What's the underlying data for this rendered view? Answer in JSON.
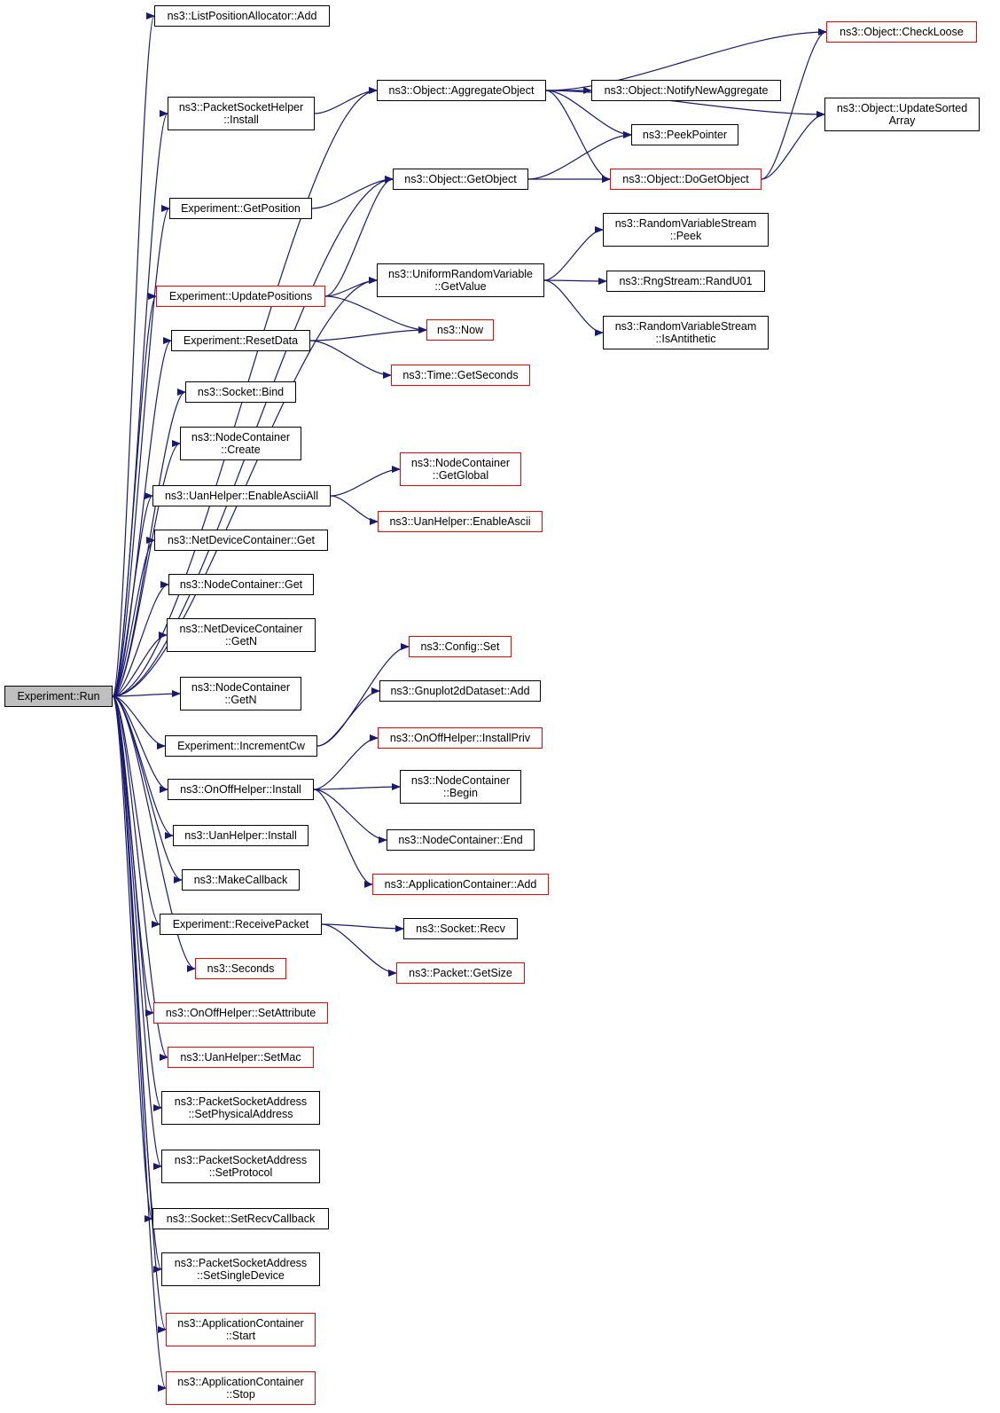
{
  "diagram": {
    "colors": {
      "edge": "#191970",
      "box": "#000000",
      "missing": "#ff0000",
      "root_fill": "#bfbfbf"
    },
    "root": "run",
    "nodes": [
      {
        "id": "run",
        "label": "Experiment::Run"
      },
      {
        "id": "lpa_add",
        "label": "ns3::ListPositionAllocator::Add"
      },
      {
        "id": "psh_install",
        "label": "ns3::PacketSocketHelper\n::Install"
      },
      {
        "id": "get_position",
        "label": "Experiment::GetPosition"
      },
      {
        "id": "update_positions",
        "label": "Experiment::UpdatePositions",
        "red": true
      },
      {
        "id": "reset_data",
        "label": "Experiment::ResetData"
      },
      {
        "id": "socket_bind",
        "label": "ns3::Socket::Bind"
      },
      {
        "id": "nc_create",
        "label": "ns3::NodeContainer\n::Create"
      },
      {
        "id": "uan_enable_all",
        "label": "ns3::UanHelper::EnableAsciiAll"
      },
      {
        "id": "ndc_get",
        "label": "ns3::NetDeviceContainer::Get"
      },
      {
        "id": "nc_get",
        "label": "ns3::NodeContainer::Get"
      },
      {
        "id": "ndc_getn",
        "label": "ns3::NetDeviceContainer\n::GetN"
      },
      {
        "id": "nc_getn",
        "label": "ns3::NodeContainer\n::GetN"
      },
      {
        "id": "increment_cw",
        "label": "Experiment::IncrementCw"
      },
      {
        "id": "onoff_install",
        "label": "ns3::OnOffHelper::Install"
      },
      {
        "id": "uan_install",
        "label": "ns3::UanHelper::Install"
      },
      {
        "id": "make_callback",
        "label": "ns3::MakeCallback"
      },
      {
        "id": "receive_packet",
        "label": "Experiment::ReceivePacket"
      },
      {
        "id": "seconds",
        "label": "ns3::Seconds",
        "red": true
      },
      {
        "id": "onoff_setattr",
        "label": "ns3::OnOffHelper::SetAttribute",
        "red": true
      },
      {
        "id": "uan_setmac",
        "label": "ns3::UanHelper::SetMac",
        "red": true
      },
      {
        "id": "psa_setphys",
        "label": "ns3::PacketSocketAddress\n::SetPhysicalAddress"
      },
      {
        "id": "psa_setproto",
        "label": "ns3::PacketSocketAddress\n::SetProtocol"
      },
      {
        "id": "socket_setrecv",
        "label": "ns3::Socket::SetRecvCallback"
      },
      {
        "id": "psa_setsingle",
        "label": "ns3::PacketSocketAddress\n::SetSingleDevice"
      },
      {
        "id": "app_start",
        "label": "ns3::ApplicationContainer\n::Start",
        "red": true
      },
      {
        "id": "app_stop",
        "label": "ns3::ApplicationContainer\n::Stop",
        "red": true
      },
      {
        "id": "aggregate",
        "label": "ns3::Object::AggregateObject"
      },
      {
        "id": "get_object",
        "label": "ns3::Object::GetObject"
      },
      {
        "id": "urv_getvalue",
        "label": "ns3::UniformRandomVariable\n::GetValue"
      },
      {
        "id": "now",
        "label": "ns3::Now",
        "red": true
      },
      {
        "id": "time_getsec",
        "label": "ns3::Time::GetSeconds",
        "red": true
      },
      {
        "id": "nc_getglobal",
        "label": "ns3::NodeContainer\n::GetGlobal",
        "red": true
      },
      {
        "id": "uan_enable",
        "label": "ns3::UanHelper::EnableAscii",
        "red": true
      },
      {
        "id": "config_set",
        "label": "ns3::Config::Set",
        "red": true
      },
      {
        "id": "gnuplot_add",
        "label": "ns3::Gnuplot2dDataset::Add"
      },
      {
        "id": "onoff_installpriv",
        "label": "ns3::OnOffHelper::InstallPriv",
        "red": true
      },
      {
        "id": "nc_begin",
        "label": "ns3::NodeContainer\n::Begin"
      },
      {
        "id": "nc_end",
        "label": "ns3::NodeContainer::End"
      },
      {
        "id": "app_add",
        "label": "ns3::ApplicationContainer::Add",
        "red": true
      },
      {
        "id": "socket_recv",
        "label": "ns3::Socket::Recv"
      },
      {
        "id": "packet_getsize",
        "label": "ns3::Packet::GetSize",
        "red": true
      },
      {
        "id": "check_loose",
        "label": "ns3::Object::CheckLoose",
        "red": true
      },
      {
        "id": "notify_new",
        "label": "ns3::Object::NotifyNewAggregate"
      },
      {
        "id": "update_sorted",
        "label": "ns3::Object::UpdateSorted\nArray"
      },
      {
        "id": "peek_pointer",
        "label": "ns3::PeekPointer"
      },
      {
        "id": "do_get_object",
        "label": "ns3::Object::DoGetObject",
        "red": true
      },
      {
        "id": "rvs_peek",
        "label": "ns3::RandomVariableStream\n::Peek"
      },
      {
        "id": "rng_randu01",
        "label": "ns3::RngStream::RandU01"
      },
      {
        "id": "rvs_isanti",
        "label": "ns3::RandomVariableStream\n::IsAntithetic"
      }
    ],
    "edges": [
      [
        "run",
        "lpa_add"
      ],
      [
        "run",
        "aggregate"
      ],
      [
        "run",
        "psh_install"
      ],
      [
        "run",
        "get_object"
      ],
      [
        "run",
        "get_position"
      ],
      [
        "run",
        "urv_getvalue"
      ],
      [
        "run",
        "update_positions"
      ],
      [
        "run",
        "reset_data"
      ],
      [
        "run",
        "socket_bind"
      ],
      [
        "run",
        "nc_create"
      ],
      [
        "run",
        "uan_enable_all"
      ],
      [
        "run",
        "ndc_get"
      ],
      [
        "run",
        "nc_get"
      ],
      [
        "run",
        "ndc_getn"
      ],
      [
        "run",
        "nc_getn"
      ],
      [
        "run",
        "increment_cw"
      ],
      [
        "run",
        "onoff_install"
      ],
      [
        "run",
        "uan_install"
      ],
      [
        "run",
        "make_callback"
      ],
      [
        "run",
        "receive_packet"
      ],
      [
        "run",
        "seconds"
      ],
      [
        "run",
        "onoff_setattr"
      ],
      [
        "run",
        "uan_setmac"
      ],
      [
        "run",
        "psa_setphys"
      ],
      [
        "run",
        "psa_setproto"
      ],
      [
        "run",
        "socket_setrecv"
      ],
      [
        "run",
        "psa_setsingle"
      ],
      [
        "run",
        "app_start"
      ],
      [
        "run",
        "app_stop"
      ],
      [
        "psh_install",
        "aggregate"
      ],
      [
        "get_position",
        "get_object"
      ],
      [
        "update_positions",
        "get_object"
      ],
      [
        "update_positions",
        "urv_getvalue"
      ],
      [
        "update_positions",
        "now"
      ],
      [
        "reset_data",
        "now"
      ],
      [
        "reset_data",
        "time_getsec"
      ],
      [
        "uan_enable_all",
        "nc_getglobal"
      ],
      [
        "uan_enable_all",
        "uan_enable"
      ],
      [
        "increment_cw",
        "config_set"
      ],
      [
        "increment_cw",
        "gnuplot_add"
      ],
      [
        "onoff_install",
        "onoff_installpriv"
      ],
      [
        "onoff_install",
        "nc_begin"
      ],
      [
        "onoff_install",
        "nc_end"
      ],
      [
        "onoff_install",
        "app_add"
      ],
      [
        "receive_packet",
        "socket_recv"
      ],
      [
        "receive_packet",
        "packet_getsize"
      ],
      [
        "aggregate",
        "check_loose"
      ],
      [
        "aggregate",
        "notify_new"
      ],
      [
        "aggregate",
        "update_sorted"
      ],
      [
        "aggregate",
        "peek_pointer"
      ],
      [
        "aggregate",
        "do_get_object"
      ],
      [
        "get_object",
        "peek_pointer"
      ],
      [
        "get_object",
        "do_get_object"
      ],
      [
        "do_get_object",
        "check_loose"
      ],
      [
        "do_get_object",
        "update_sorted"
      ],
      [
        "urv_getvalue",
        "rvs_peek"
      ],
      [
        "urv_getvalue",
        "rng_randu01"
      ],
      [
        "urv_getvalue",
        "rvs_isanti"
      ]
    ]
  }
}
